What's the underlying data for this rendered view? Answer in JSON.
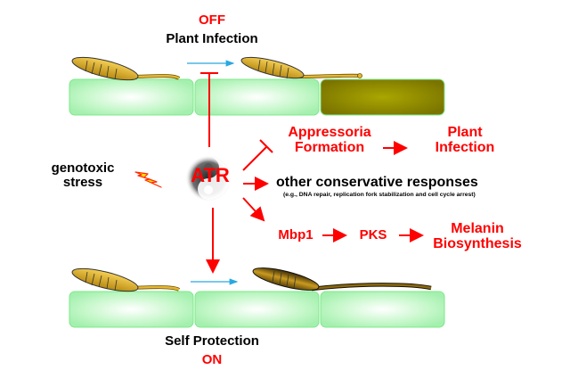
{
  "top_panel": {
    "state": "OFF",
    "title": "Plant Infection"
  },
  "bottom_panel": {
    "title": "Self Protection",
    "state": "ON"
  },
  "stimulus": {
    "line1": "genotoxic",
    "line2": "stress"
  },
  "hub": {
    "label": "ATR"
  },
  "pathways": {
    "appressoria": {
      "line1": "Appressoria",
      "line2": "Formation"
    },
    "plant_infection": {
      "line1": "Plant",
      "line2": "Infection"
    },
    "other": {
      "title": "other conservative responses",
      "subtitle": "(e.g., DNA repair, replication fork stabilization and cell cycle arrest)"
    },
    "mbp1": "Mbp1",
    "pks": "PKS",
    "melanin": {
      "line1": "Melanin",
      "line2": "Biosynthesis"
    }
  },
  "colors": {
    "activation": "#ff0000",
    "time_arrow": "#29a8e0",
    "plant_cell": "#b8f7c0",
    "infected_cell": "#8e8a00",
    "spore": "#d9a826"
  }
}
